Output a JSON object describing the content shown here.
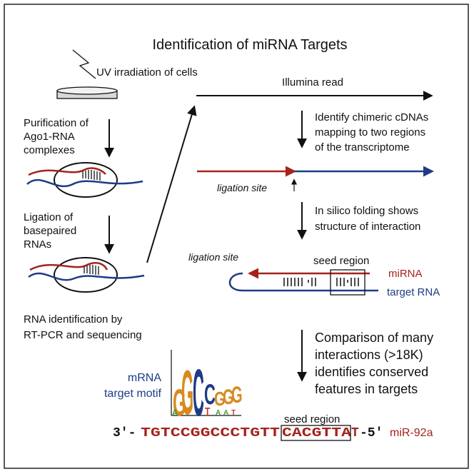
{
  "title": "Identification of miRNA Targets",
  "left_steps": {
    "uv": "UV irradiation of cells",
    "purification": [
      "Purification of",
      "Ago1-RNA",
      "complexes"
    ],
    "ligation": [
      "Ligation of",
      "basepaired",
      "RNAs"
    ],
    "identification": [
      "RNA identification by",
      "RT-PCR and sequencing"
    ]
  },
  "right_steps": {
    "illumina": "Illumina read",
    "chimeric": [
      "Identify chimeric cDNAs",
      "mapping to two regions",
      "of the transcriptome"
    ],
    "ligation_site_1": "ligation site",
    "folding": [
      "In silico folding shows",
      "structure of interaction"
    ],
    "ligation_site_2": "ligation site",
    "seed_region_1": "seed region",
    "mirna": "miRNA",
    "target_rna": "target RNA",
    "comparison": [
      "Comparison of many",
      "interactions (>18K)",
      "identifies conserved",
      "features in targets"
    ]
  },
  "motif": {
    "label": [
      "mRNA",
      "target motif"
    ],
    "letters": [
      "G",
      "G",
      "C",
      "C",
      "G",
      "G",
      "G"
    ],
    "small_letters": [
      "T",
      "A",
      "A",
      "A",
      "T"
    ]
  },
  "sequence": {
    "seed_region": "seed region",
    "prefix": "3′-",
    "seq_before": "TGTCCGGCCCTGTT",
    "seq_seed": "CACGTTA",
    "seq_after": "T",
    "suffix": "-5′",
    "name": "miR-92a"
  },
  "colors": {
    "red": "#a5231c",
    "blue": "#1f3b87",
    "green": "#4d9a3a",
    "orange": "#d98a1e",
    "black": "#111111"
  }
}
